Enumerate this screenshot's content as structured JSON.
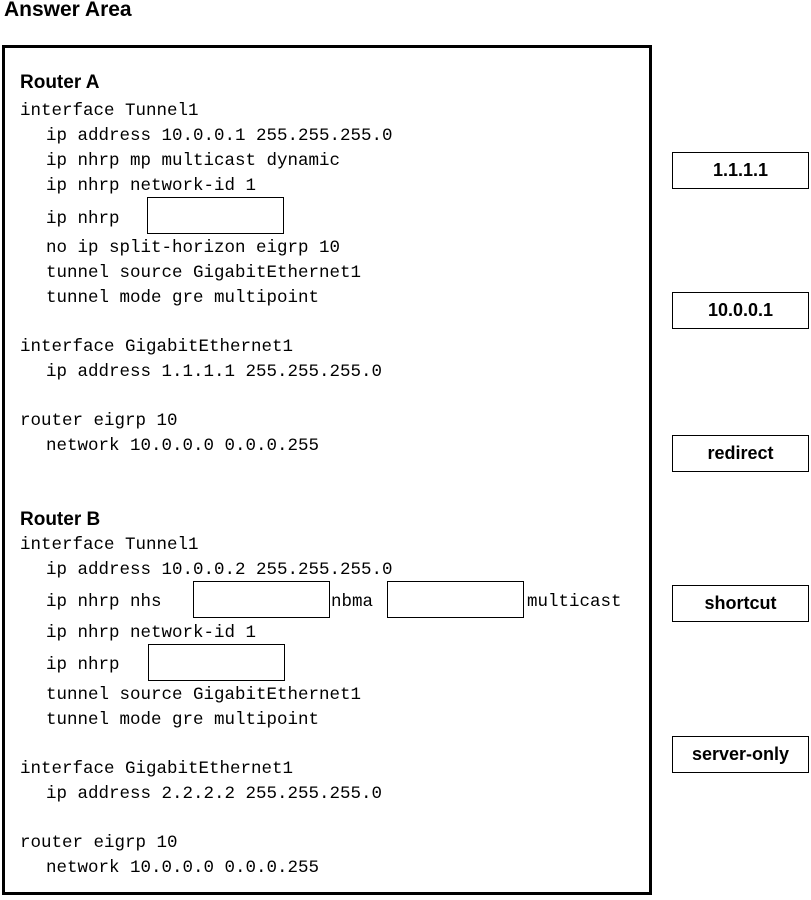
{
  "heading": "Answer Area",
  "router_a": {
    "title": "Router A",
    "tunnel": {
      "interface": "interface Tunnel1",
      "ip_address": "ip address 10.0.0.1 255.255.255.0",
      "nhrp_map": "ip nhrp mp multicast dynamic",
      "network_id": "ip nhrp network-id 1",
      "nhrp_prefix": "ip nhrp",
      "split_horizon": "no ip split-horizon eigrp 10",
      "tunnel_source": "tunnel source GigabitEthernet1",
      "tunnel_mode": "tunnel mode gre multipoint"
    },
    "gig": {
      "interface": "interface GigabitEthernet1",
      "ip_address": "ip address 1.1.1.1 255.255.255.0"
    },
    "eigrp": {
      "router": "router eigrp 10",
      "network": "network 10.0.0.0 0.0.0.255"
    }
  },
  "router_b": {
    "title": "Router B",
    "tunnel": {
      "interface": "interface Tunnel1",
      "ip_address": "ip address 10.0.0.2 255.255.255.0",
      "nhs_prefix": "ip nhrp nhs",
      "nbma_label": "nbma",
      "multicast_label": "multicast",
      "network_id": "ip nhrp network-id 1",
      "nhrp_prefix": "ip nhrp",
      "tunnel_source": "tunnel source GigabitEthernet1",
      "tunnel_mode": "tunnel mode gre multipoint"
    },
    "gig": {
      "interface": "interface GigabitEthernet1",
      "ip_address": "ip address 2.2.2.2 255.255.255.0"
    },
    "eigrp": {
      "router": "router eigrp 10",
      "network": "network 10.0.0.0 0.0.0.255"
    }
  },
  "options": [
    "1.1.1.1",
    "10.0.0.1",
    "redirect",
    "shortcut",
    "server-only"
  ]
}
